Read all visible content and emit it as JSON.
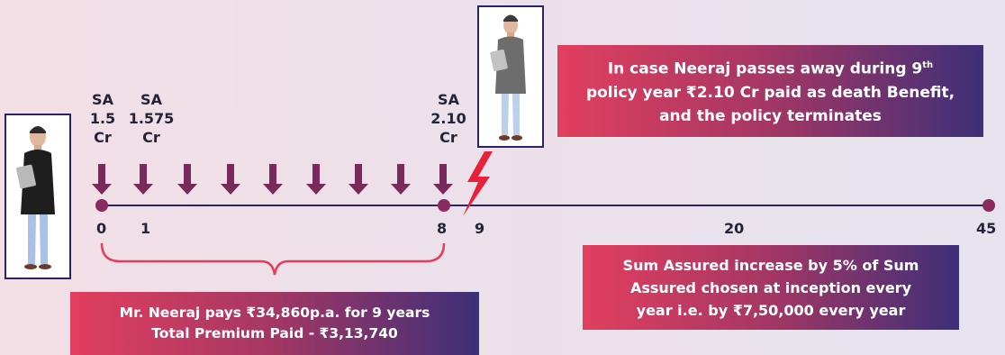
{
  "timeline": {
    "sa_labels": [
      {
        "line1": "SA",
        "line2": "1.5",
        "line3": "Cr"
      },
      {
        "line1": "SA",
        "line2": "1.575",
        "line3": "Cr"
      },
      {
        "line1": "SA",
        "line2": "2.10",
        "line3": "Cr"
      }
    ],
    "ticks": [
      "0",
      "1",
      "8",
      "9",
      "20",
      "45"
    ],
    "colors": {
      "line": "#2a2466",
      "arrow": "#7a2a5a",
      "dot": "#8a2a5e",
      "bolt": "#e8203a",
      "bracket": "#e23f5e"
    }
  },
  "death_callout": {
    "line1_pre": "In case Neeraj passes away during 9",
    "line1_sup": "th",
    "line2": "policy year ₹2.10 Cr paid as death Benefit,",
    "line3": "and the policy terminates"
  },
  "premium_callout": {
    "line1": "Mr. Neeraj pays ₹34,860p.a. for 9 years",
    "line2": "Total Premium Paid - ₹3,13,740"
  },
  "sa_increase_callout": {
    "line1": "Sum Assured increase by 5% of Sum",
    "line2": "Assured chosen at inception every",
    "line3": "year i.e. by ₹7,50,000 every year"
  }
}
